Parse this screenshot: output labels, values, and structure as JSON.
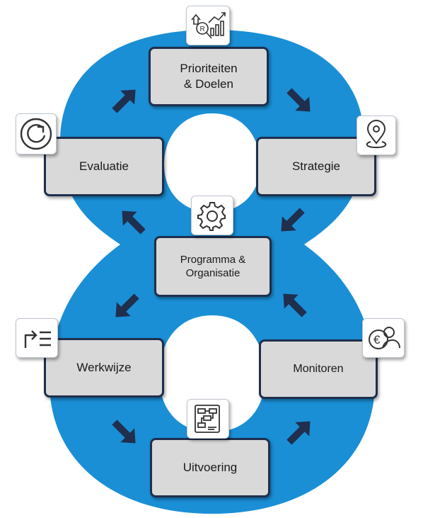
{
  "colors": {
    "ring": "#1a8fd6",
    "box_fill": "#d9d9d9",
    "box_border": "#1f2f4d",
    "arrow": "#1f2f4d"
  },
  "steps": {
    "prioriteiten": {
      "label": "Prioriteiten\n& Doelen",
      "icon": "analytics-icon"
    },
    "strategie": {
      "label": "Strategie",
      "icon": "map-pin-icon"
    },
    "evaluatie": {
      "label": "Evaluatie",
      "icon": "refresh-cycle-icon"
    },
    "programma": {
      "label": "Programma &\nOrganisatie",
      "icon": "gear-icon"
    },
    "werkwijze": {
      "label": "Werkwijze",
      "icon": "redirect-list-icon"
    },
    "monitoren": {
      "label": "Monitoren",
      "icon": "euro-coins-icon"
    },
    "uitvoering": {
      "label": "Uitvoering",
      "icon": "process-flow-icon"
    }
  }
}
